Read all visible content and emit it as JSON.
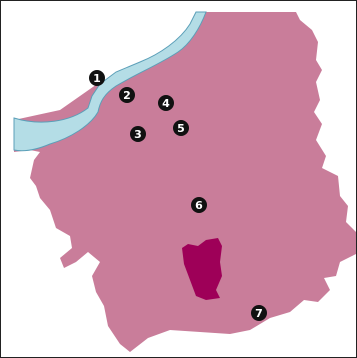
{
  "colors": {
    "region": "#c97d9a",
    "river": "#b4dde6",
    "river_outline": "#5b9fb8",
    "highlight_zone": "#9e0058",
    "marker_fill": "#111111",
    "marker_text": "#ffffff",
    "frame": "#222222",
    "background": "#ffffff"
  },
  "markers": [
    {
      "id": "1",
      "label": "1"
    },
    {
      "id": "2",
      "label": "2"
    },
    {
      "id": "3",
      "label": "3"
    },
    {
      "id": "4",
      "label": "4"
    },
    {
      "id": "5",
      "label": "5"
    },
    {
      "id": "6",
      "label": "6"
    },
    {
      "id": "7",
      "label": "7"
    }
  ]
}
